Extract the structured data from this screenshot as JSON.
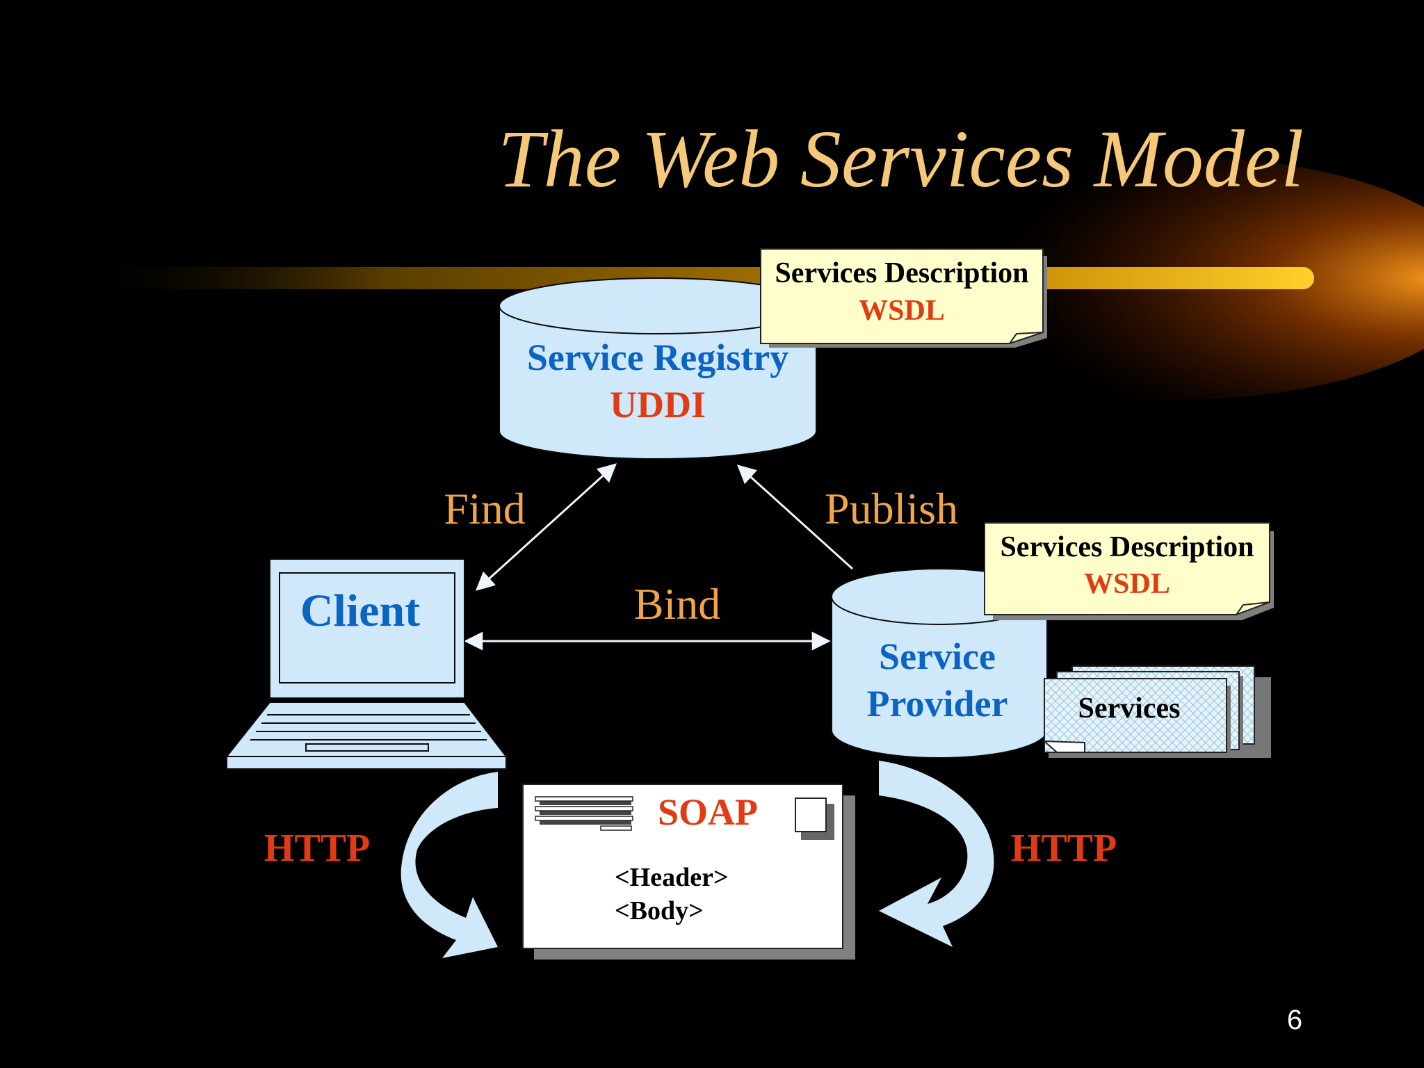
{
  "slide": {
    "title": "The Web Services Model",
    "page_number": "6"
  },
  "registry": {
    "name": "Service Registry",
    "protocol": "UDDI"
  },
  "registry_note": {
    "title": "Services Description",
    "format": "WSDL"
  },
  "provider": {
    "line1": "Service",
    "line2": "Provider"
  },
  "provider_note": {
    "title": "Services Description",
    "format": "WSDL"
  },
  "services_stack": {
    "label": "Services"
  },
  "client": {
    "label": "Client"
  },
  "links": {
    "find": "Find",
    "publish": "Publish",
    "bind": "Bind"
  },
  "transport": {
    "left": "HTTP",
    "right": "HTTP"
  },
  "soap": {
    "title": "SOAP",
    "header": "<Header>",
    "body": "<Body>"
  },
  "colors": {
    "title": "#F6C87A",
    "link_label": "#F0A54A",
    "shape_fill": "#CFE9FA",
    "blue_text": "#0B63C4",
    "red_text": "#E23A12",
    "note_fill": "#FFFFCC"
  }
}
